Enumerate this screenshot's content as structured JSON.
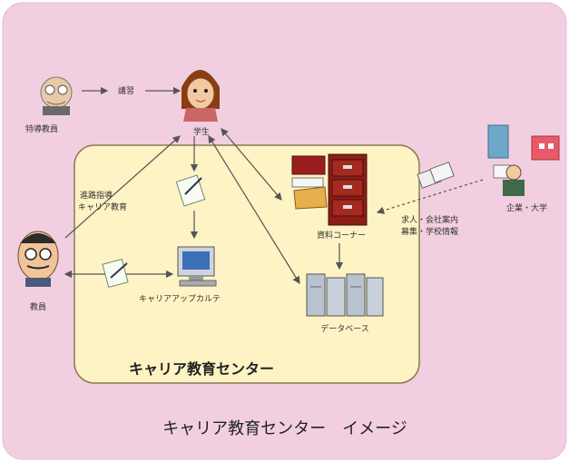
{
  "title": "キャリア教育センター　イメージ",
  "center_label": "キャリア教育センター",
  "nodes": {
    "student": "学生",
    "special_teacher": "特導教員",
    "teacher": "教員",
    "company": "企業・大学",
    "materials_corner": "資料コーナー",
    "database": "データベース",
    "career_karte": "キャリアアップカルテ"
  },
  "edge_labels": {
    "lecture": "講習",
    "guidance_line1": "進路指導",
    "guidance_line2": "キャリア教育",
    "info_line1": "求人・会社案内",
    "info_line2": "募集・学校情報"
  },
  "colors": {
    "outer_background": "#f2cfe0",
    "center_fill": "#fdf3c4",
    "center_border": "#8a7a55",
    "arrow": "#555555"
  }
}
